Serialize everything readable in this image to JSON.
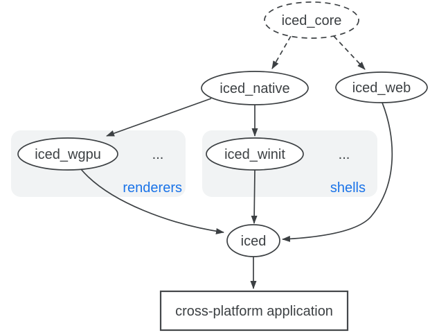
{
  "diagram": {
    "nodes": [
      {
        "id": "iced_core",
        "label": "iced_core",
        "shape": "ellipse",
        "border": "dashed"
      },
      {
        "id": "iced_native",
        "label": "iced_native",
        "shape": "ellipse",
        "border": "solid"
      },
      {
        "id": "iced_web",
        "label": "iced_web",
        "shape": "ellipse",
        "border": "solid"
      },
      {
        "id": "iced_wgpu",
        "label": "iced_wgpu",
        "shape": "ellipse",
        "border": "solid",
        "group": "renderers"
      },
      {
        "id": "iced_winit",
        "label": "iced_winit",
        "shape": "ellipse",
        "border": "solid",
        "group": "shells"
      },
      {
        "id": "iced",
        "label": "iced",
        "shape": "ellipse",
        "border": "solid"
      },
      {
        "id": "app",
        "label": "cross-platform application",
        "shape": "rectangle",
        "border": "solid"
      }
    ],
    "groups": [
      {
        "id": "renderers",
        "label": "renderers",
        "ellipsis": "..."
      },
      {
        "id": "shells",
        "label": "shells",
        "ellipsis": "..."
      }
    ],
    "edges": [
      {
        "from": "iced_core",
        "to": "iced_native",
        "style": "dashed"
      },
      {
        "from": "iced_core",
        "to": "iced_web",
        "style": "dashed"
      },
      {
        "from": "iced_native",
        "to": "iced_wgpu",
        "style": "solid"
      },
      {
        "from": "iced_native",
        "to": "iced_winit",
        "style": "solid"
      },
      {
        "from": "iced_wgpu",
        "to": "iced",
        "style": "solid"
      },
      {
        "from": "iced_winit",
        "to": "iced",
        "style": "solid"
      },
      {
        "from": "iced_web",
        "to": "iced",
        "style": "solid"
      },
      {
        "from": "iced",
        "to": "app",
        "style": "solid"
      }
    ],
    "colors": {
      "stroke": "#3c4043",
      "text": "#3c4043",
      "accent_blue": "#1a73e8",
      "group_fill": "#f1f3f4",
      "node_fill": "#ffffff",
      "background": "#ffffff"
    }
  }
}
